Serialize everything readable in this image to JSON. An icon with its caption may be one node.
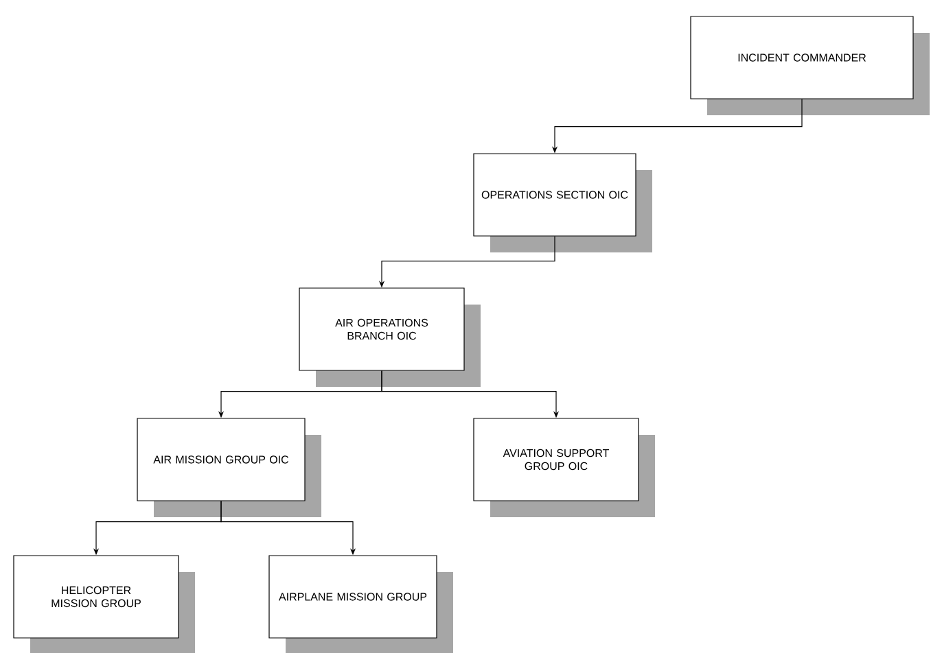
{
  "diagram": {
    "nodes": [
      {
        "text": [
          "INCIDENT COMMANDER"
        ]
      },
      {
        "text": [
          "OPERATIONS SECTION OIC"
        ]
      },
      {
        "text": [
          "AIR OPERATIONS BRANCH OIC"
        ]
      },
      {
        "text": [
          "AIR MISSION GROUP OIC"
        ]
      },
      {
        "text": [
          "AVIATION SUPPORT GROUP OIC"
        ]
      },
      {
        "text": [
          "HELICOPTER MISSION GROUP"
        ]
      },
      {
        "text": [
          "AIRPLANE MISSION GROUP"
        ]
      }
    ],
    "edges": [
      {
        "from": 0,
        "to": 1,
        "arrow": "to"
      },
      {
        "from": 1,
        "to": 2,
        "arrow": "to"
      },
      {
        "from": 2,
        "to": 3,
        "arrow": "to"
      },
      {
        "from": 2,
        "to": 4,
        "arrow": "to"
      },
      {
        "from": 3,
        "to": 5,
        "arrow": "to"
      },
      {
        "from": 3,
        "to": 6,
        "arrow": "to"
      }
    ]
  }
}
